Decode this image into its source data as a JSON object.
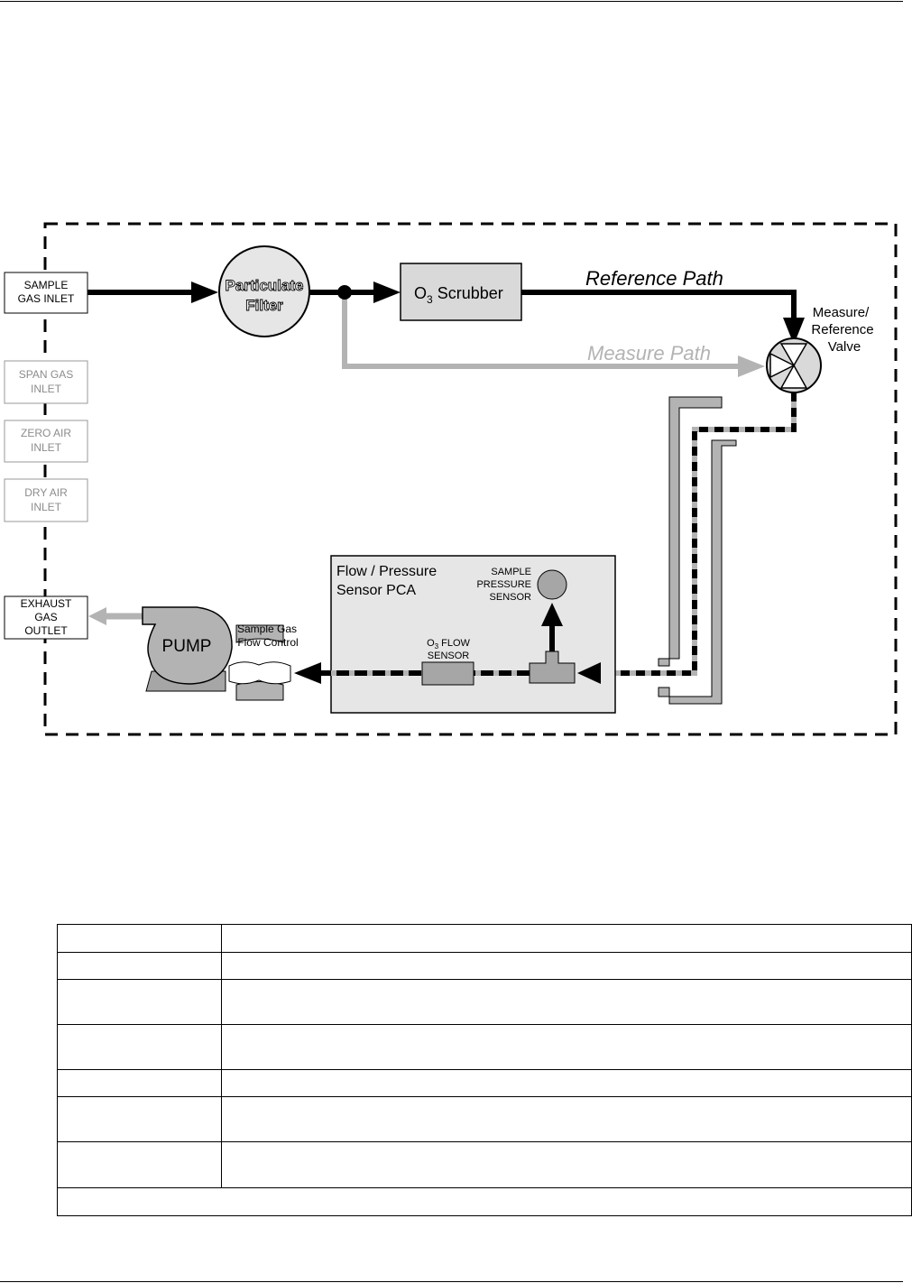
{
  "diagram": {
    "inlets": {
      "sample": [
        "SAMPLE",
        "GAS INLET"
      ],
      "span": [
        "SPAN GAS",
        "INLET"
      ],
      "zero": [
        "ZERO AIR",
        "INLET"
      ],
      "dry": [
        "DRY AIR",
        "INLET"
      ],
      "exhaust": [
        "EXHAUST",
        "GAS",
        "OUTLET"
      ]
    },
    "particulate_filter": [
      "Particulate",
      "Filter"
    ],
    "o3_scrubber": {
      "o": "O",
      "sub": "3",
      "rest": " Scrubber"
    },
    "reference_path": "Reference Path",
    "measure_path": "Measure Path",
    "valve": [
      "Measure/",
      "Reference",
      "Valve"
    ],
    "sensor_pca": [
      "Flow / Pressure",
      "Sensor PCA"
    ],
    "sample_pressure_sensor": [
      "SAMPLE",
      "PRESSURE",
      "SENSOR"
    ],
    "o3_flow_sensor": {
      "o": "O",
      "sub": "3",
      "rest": " FLOW",
      "line2": "SENSOR"
    },
    "pump": "PUMP",
    "flow_control": [
      "Sample Gas",
      "Flow Control"
    ],
    "colors": {
      "reference_line": "#000000",
      "measure_line": "#b3b3b3",
      "component_fill": "#d9d9d9",
      "pca_fill": "#e6e6e6",
      "pump_fill": "#b3b3b3",
      "disabled_text": "#8c8c8c",
      "sensor_fill": "#a6a6a6"
    }
  },
  "table": {
    "rows": 8
  }
}
